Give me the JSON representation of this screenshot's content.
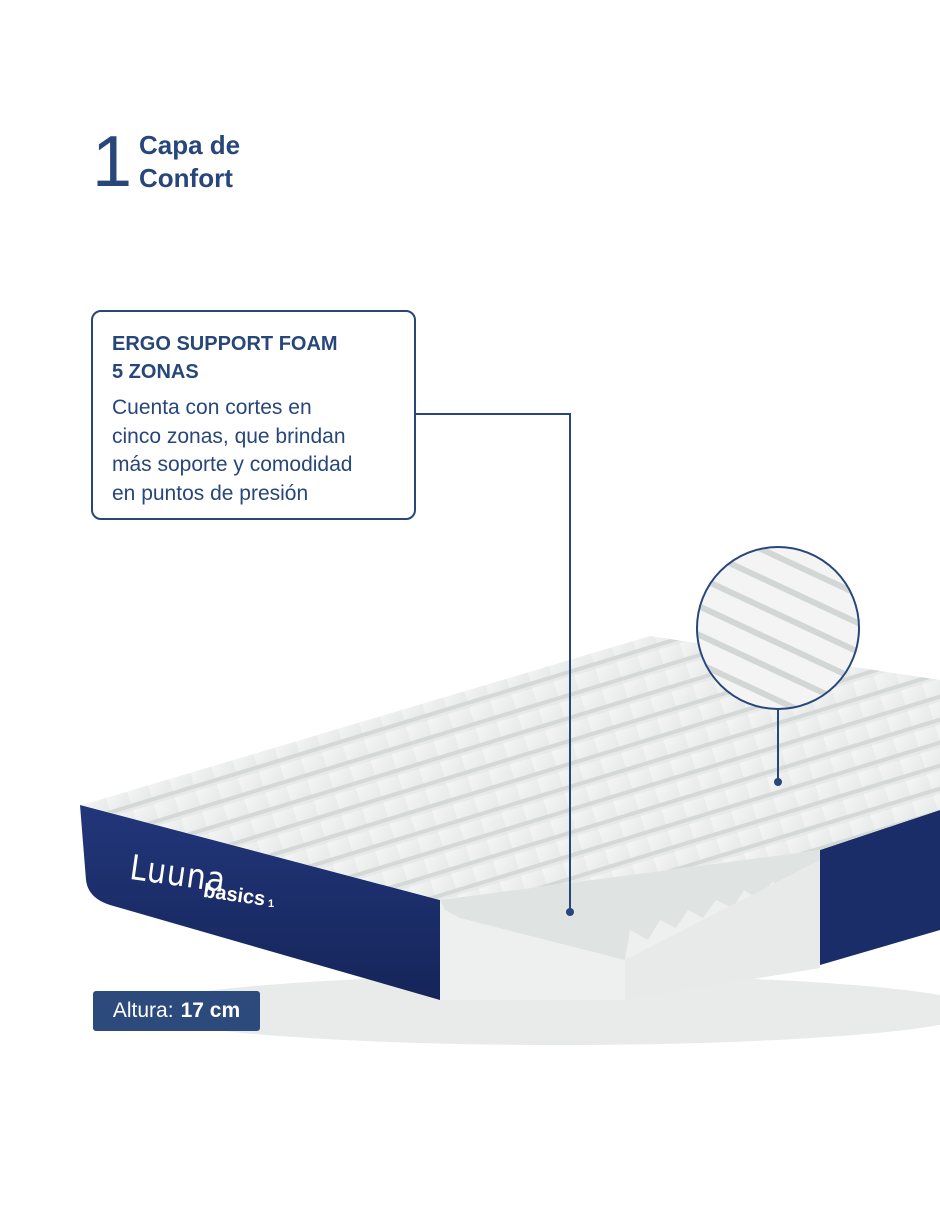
{
  "layer": {
    "number": "1",
    "title_line1": "Capa de",
    "title_line2": "Confort"
  },
  "callout": {
    "heading_line1": "ERGO SUPPORT FOAM",
    "heading_line2": "5 ZONAS",
    "description_lines": [
      "Cuenta con cortes en",
      "cinco zonas, que brindan",
      "más soporte y comodidad",
      "en puntos de presión"
    ]
  },
  "product": {
    "brand": "Luuna",
    "line": "basics",
    "superscript": "1"
  },
  "height_badge": {
    "label": "Altura:",
    "value": "17 cm"
  },
  "colors": {
    "brand_navy": "#27467a",
    "mattress_side": "#1c2f6b",
    "foam_white": "#eef0ef",
    "badge_bg": "#2c4a7c"
  }
}
